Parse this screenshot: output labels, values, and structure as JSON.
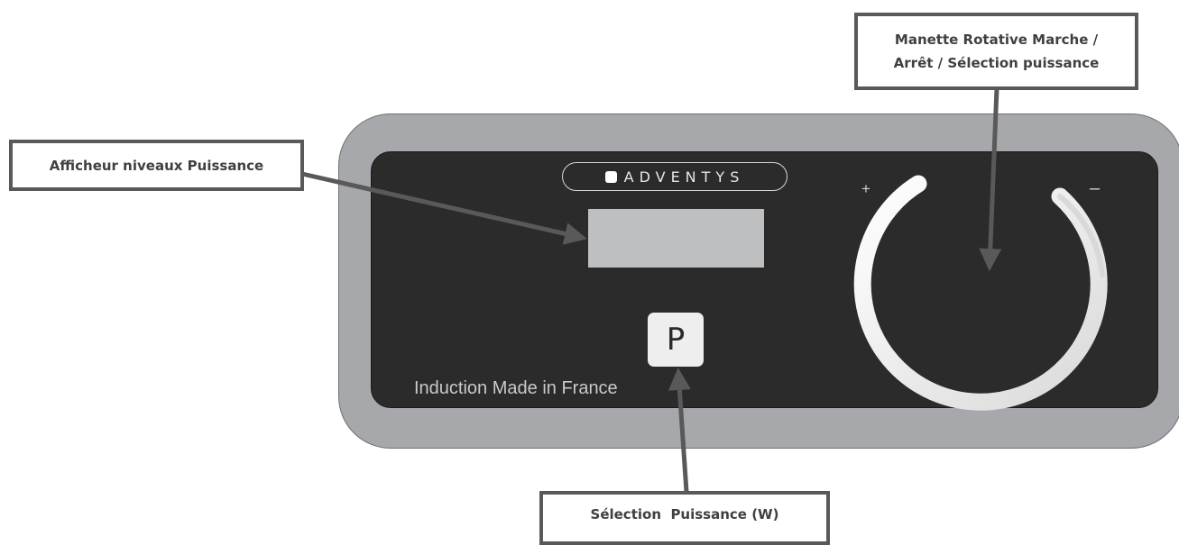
{
  "labels": {
    "display_callout": "Afficheur niveaux Puissance",
    "knob_callout_line1": "Manette Rotative Marche /",
    "knob_callout_line2": "Arrêt / Sélection puissance",
    "power_callout": "Sélection  Puissance (W)"
  },
  "panel": {
    "brand": "ADVENTYS",
    "button_label": "P",
    "footer_text": "Induction Made in France",
    "knob_plus": "+",
    "knob_minus": "–"
  },
  "colors": {
    "outer_frame": "#a6a8ab",
    "inner_panel": "#2b2b2b",
    "display_screen": "#bebfc1",
    "arrow": "#595959"
  }
}
